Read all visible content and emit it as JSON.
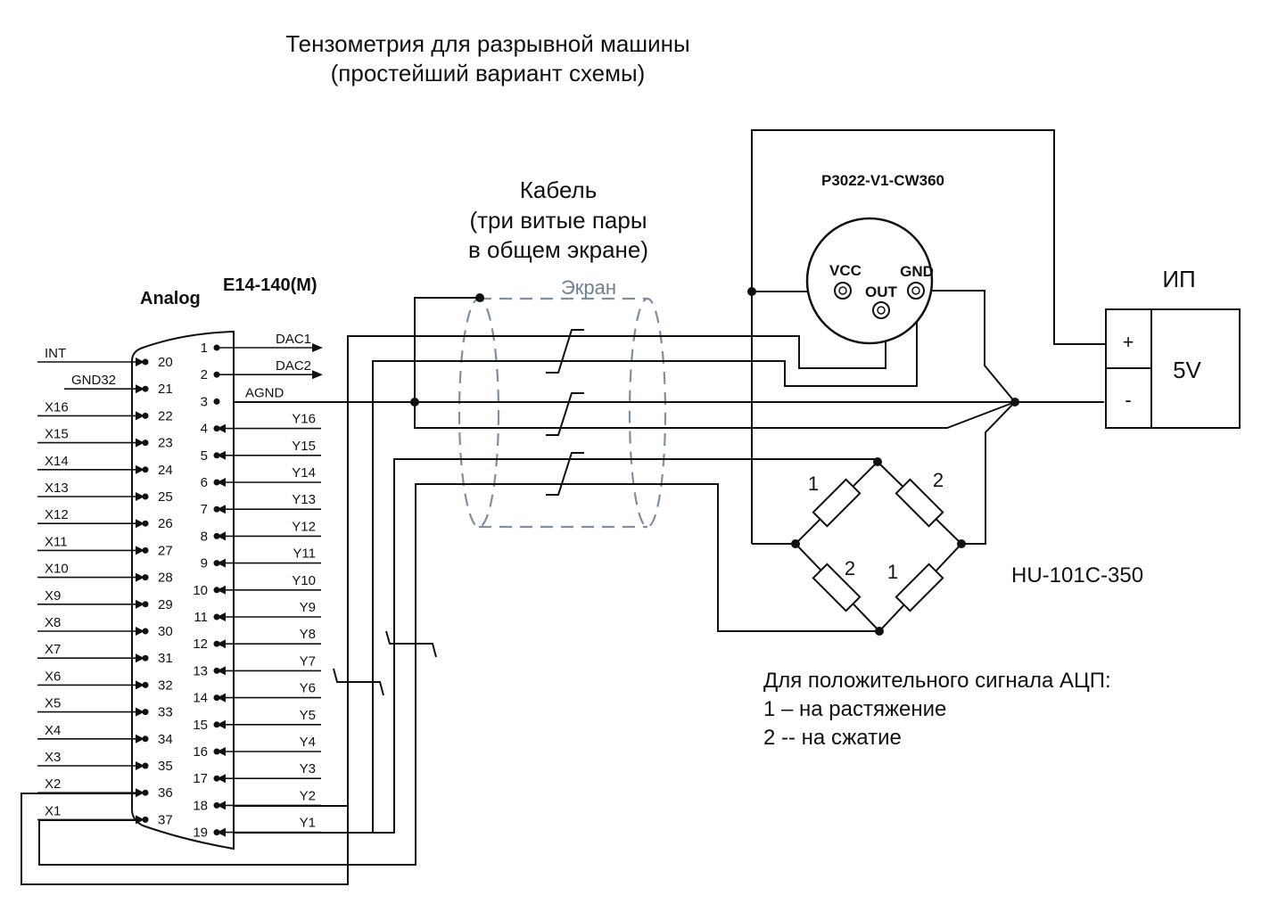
{
  "title": {
    "line1": "Тензометрия для разрывной машины",
    "line2": "(простейший вариант схемы)"
  },
  "cable": {
    "line1": "Кабель",
    "line2": "(три витые пары",
    "line3": "в общем экране)",
    "shield_label": "Экран"
  },
  "connector": {
    "label_analog": "Analog",
    "label_model": "E14-140(M)",
    "left_signals": [
      "INT",
      "GND32",
      "X16",
      "X15",
      "X14",
      "X13",
      "X12",
      "X11",
      "X10",
      "X9",
      "X8",
      "X7",
      "X6",
      "X5",
      "X4",
      "X3",
      "X2",
      "X1"
    ],
    "left_pins": [
      "20",
      "21",
      "22",
      "23",
      "24",
      "25",
      "26",
      "27",
      "28",
      "29",
      "30",
      "31",
      "32",
      "33",
      "34",
      "35",
      "36",
      "37"
    ],
    "right_pins": [
      "1",
      "2",
      "3",
      "4",
      "5",
      "6",
      "7",
      "8",
      "9",
      "10",
      "11",
      "12",
      "13",
      "14",
      "15",
      "16",
      "17",
      "18",
      "19"
    ],
    "right_signals": [
      "DAC1",
      "DAC2",
      "AGND",
      "Y16",
      "Y15",
      "Y14",
      "Y13",
      "Y12",
      "Y11",
      "Y10",
      "Y9",
      "Y8",
      "Y7",
      "Y6",
      "Y5",
      "Y4",
      "Y3",
      "Y2",
      "Y1"
    ]
  },
  "sensor": {
    "name": "P3022-V1-CW360",
    "pin_vcc": "VCC",
    "pin_out": "OUT",
    "pin_gnd": "GND"
  },
  "power": {
    "label": "ИП",
    "plus": "+",
    "minus": "-",
    "voltage": "5V"
  },
  "bridge": {
    "name": "HU-101C-350",
    "r_top_left": "1",
    "r_top_right": "2",
    "r_bottom_left": "2",
    "r_bottom_right": "1"
  },
  "note": {
    "line1": "Для положительного сигнала АЦП:",
    "line2": "1 – на растяжение",
    "line3": "2 -- на сжатие"
  }
}
